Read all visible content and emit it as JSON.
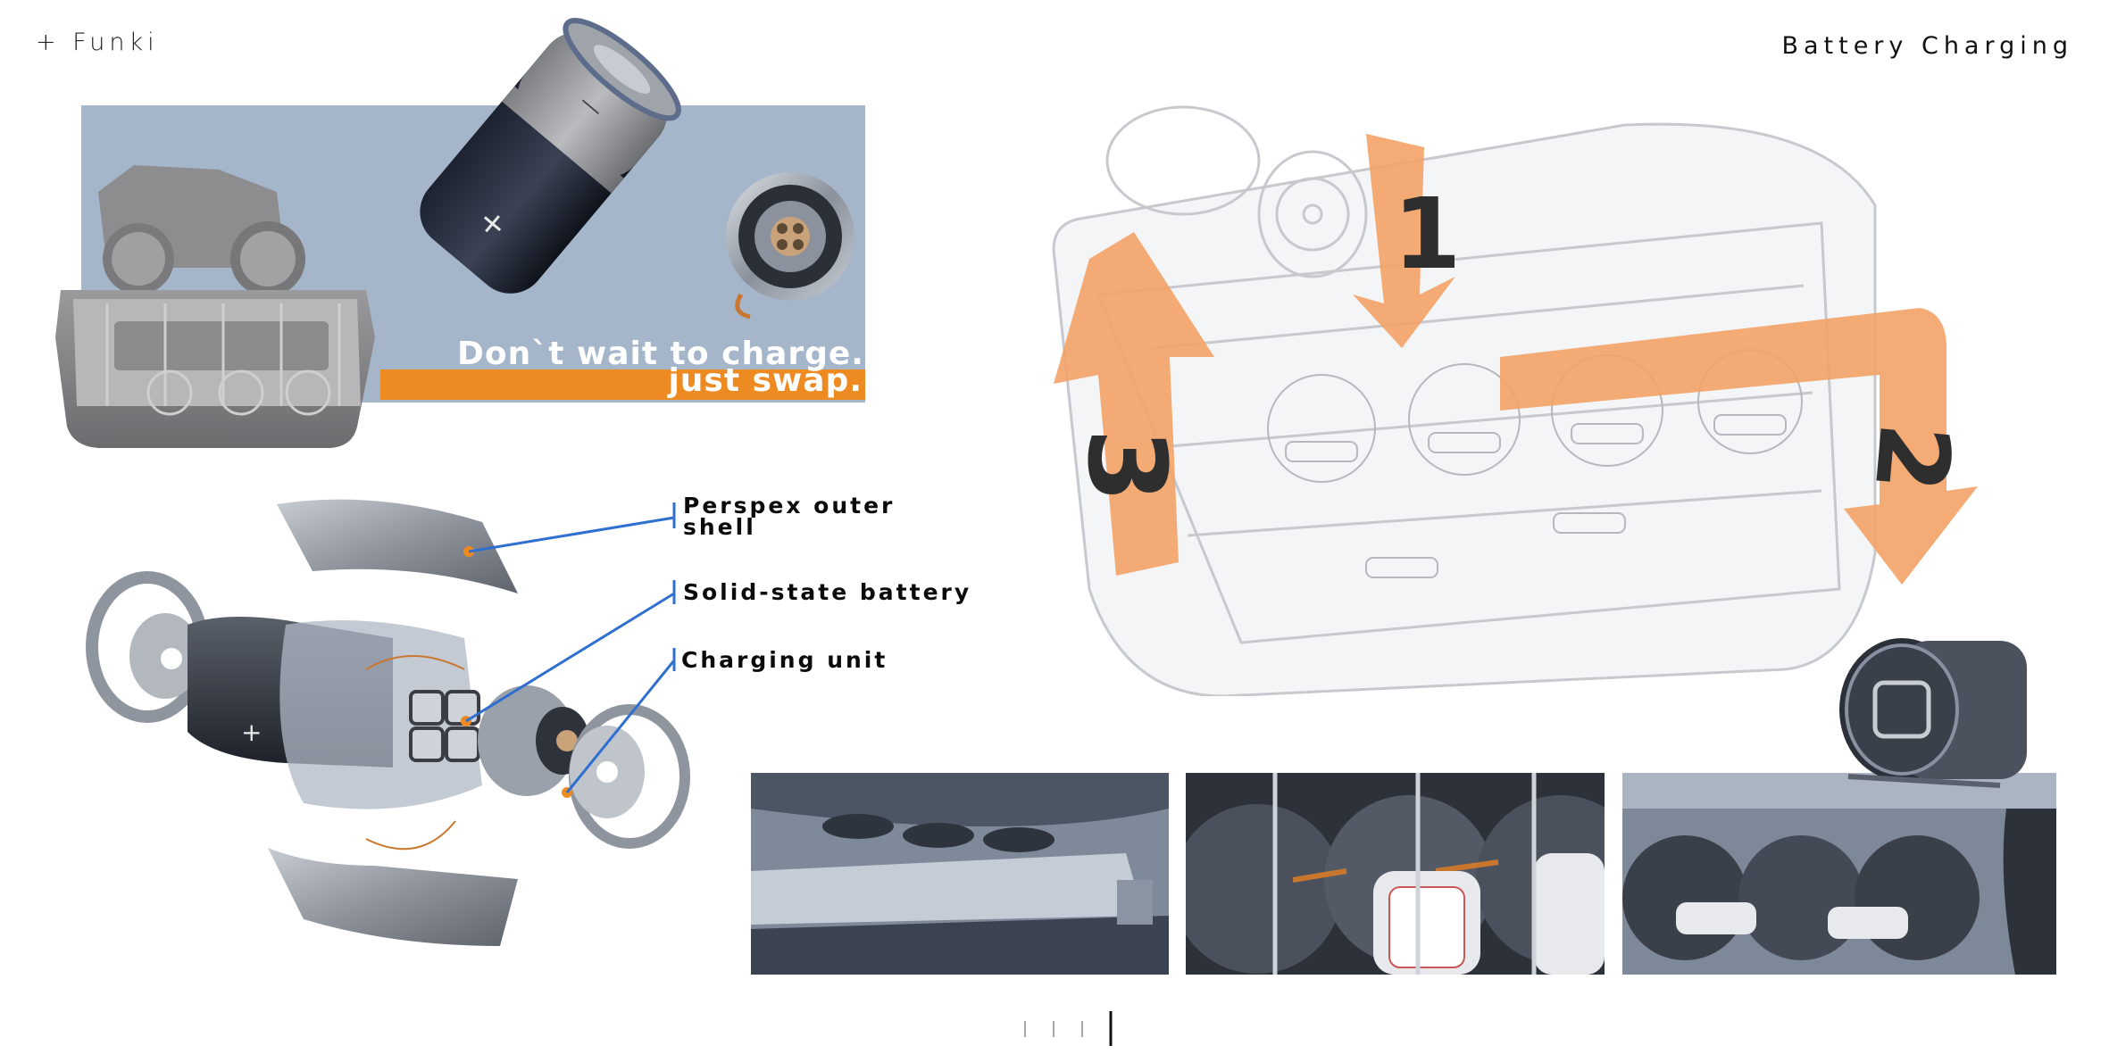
{
  "header": {
    "brand": "+ Funki",
    "title": "Battery Charging"
  },
  "hero": {
    "slogan_line1": "Don`t wait to charge.",
    "slogan_line2": "just swap.",
    "battery_plus": "+",
    "battery_minus": "—"
  },
  "exploded_view": {
    "callouts": [
      "Perspex outer shell",
      "Solid-state battery",
      "Charging unit"
    ],
    "plus_mark": "+"
  },
  "steps": {
    "step1": "1",
    "step2": "2",
    "step3": "3"
  },
  "pagination": {
    "total": 4,
    "current": 4
  },
  "colors": {
    "accent_orange": "#ee8a22",
    "panel_blue": "#a5b5ca",
    "callout_line": "#2f6fd0",
    "dark_ink": "#111111"
  }
}
